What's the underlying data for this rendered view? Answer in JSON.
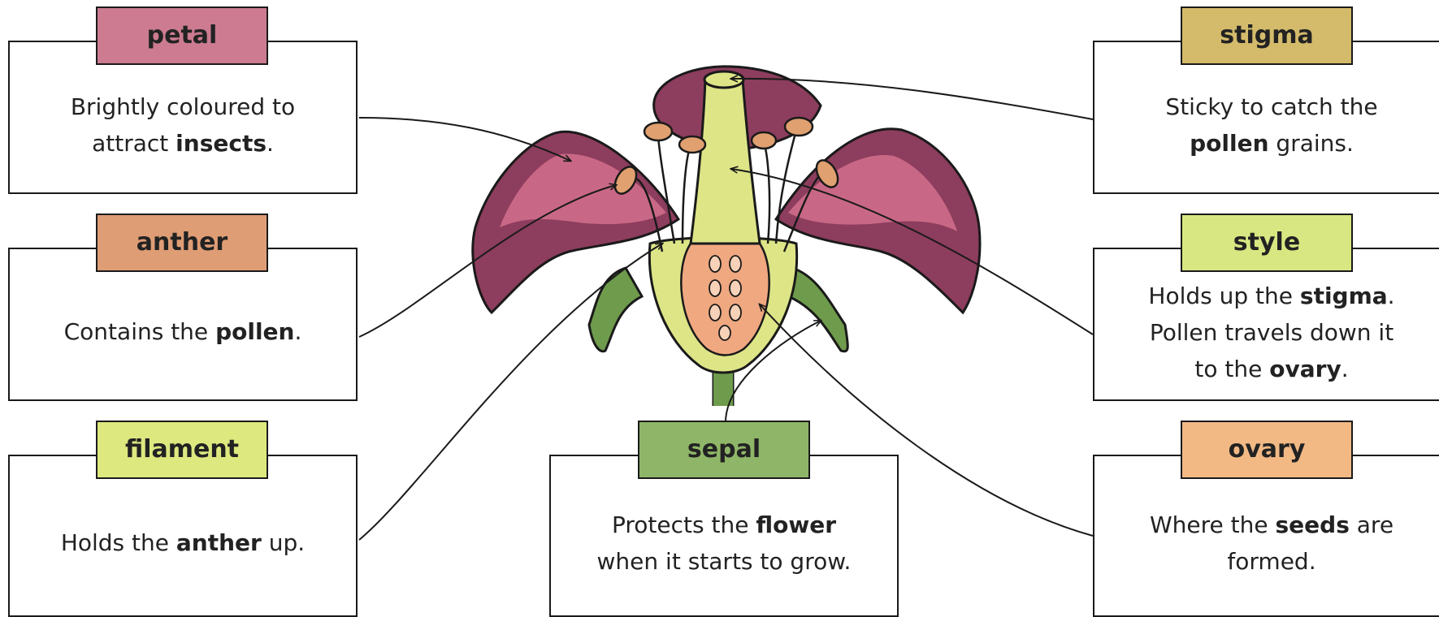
{
  "colors": {
    "petal": "#cc7b90",
    "anther": "#df9d75",
    "filament": "#dde87f",
    "stigma": "#d4bb6b",
    "style": "#d8e781",
    "ovary": "#f2b985",
    "sepal": "#8fb668",
    "flower_petal": "#8d3d5d",
    "flower_petal_inner": "#c96886",
    "flower_center": "#dde587",
    "flower_ovary": "#f0a880",
    "flower_green": "#6f9b4c"
  },
  "parts": {
    "petal": {
      "label": "petal",
      "desc": [
        [
          "Brightly coloured to"
        ],
        [
          "attract ",
          {
            "b": "insects"
          },
          "."
        ]
      ]
    },
    "anther": {
      "label": "anther",
      "desc": [
        [
          "Contains the ",
          {
            "b": "pollen"
          },
          "."
        ]
      ]
    },
    "filament": {
      "label": "filament",
      "desc": [
        [
          "Holds the ",
          {
            "b": "anther"
          },
          " up."
        ]
      ]
    },
    "sepal": {
      "label": "sepal",
      "desc": [
        [
          "Protects the ",
          {
            "b": "flower"
          }
        ],
        [
          "when it starts to grow."
        ]
      ]
    },
    "stigma": {
      "label": "stigma",
      "desc": [
        [
          "Sticky to catch the"
        ],
        [
          {
            "b": "pollen"
          },
          " grains."
        ]
      ]
    },
    "style": {
      "label": "style",
      "desc": [
        [
          "Holds up the ",
          {
            "b": "stigma"
          },
          "."
        ],
        [
          "Pollen travels down it"
        ],
        [
          "to the ",
          {
            "b": "ovary"
          },
          "."
        ]
      ]
    },
    "ovary": {
      "label": "ovary",
      "desc": [
        [
          "Where the ",
          {
            "b": "seeds"
          },
          " are"
        ],
        [
          "formed."
        ]
      ]
    }
  }
}
